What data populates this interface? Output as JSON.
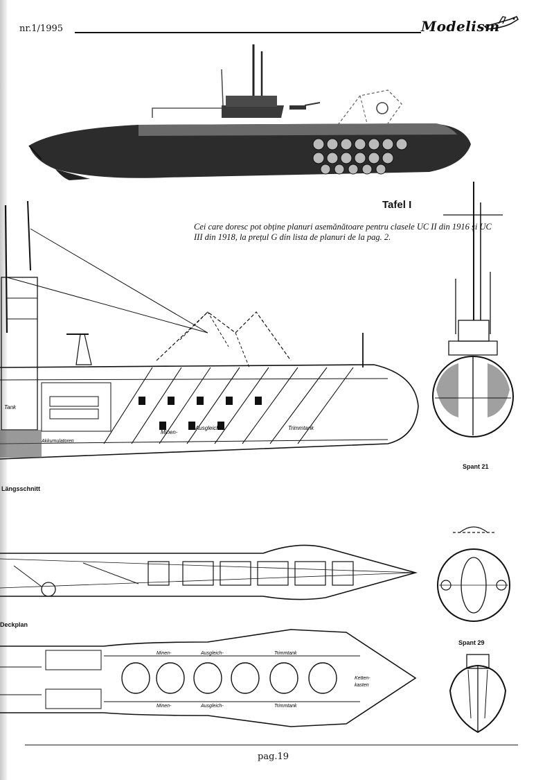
{
  "header": {
    "issue": "nr.1/1995",
    "brand": "Modelism"
  },
  "plate": {
    "title": "Tafel I",
    "caption": "Cei care doresc pot obține planuri asemănătoare pentru clasele UC II din 1916 și UC III din 1918, la prețul G din lista de planuri de la pag. 2."
  },
  "views": {
    "section_label": "Längsschnitt",
    "frame21_label": "Spant 21",
    "deck_label": "Deckplan",
    "frame29_label": "Spant 29"
  },
  "drawing_labels": {
    "tank": "Tank",
    "akku": "Akkumulatoren",
    "minen": "Minen-",
    "ausgleich": "Ausgleich-",
    "trimm": "Trimmtank",
    "ketten": "Ketten-",
    "kasten": "kasten"
  },
  "footer": {
    "page": "pag.19"
  }
}
